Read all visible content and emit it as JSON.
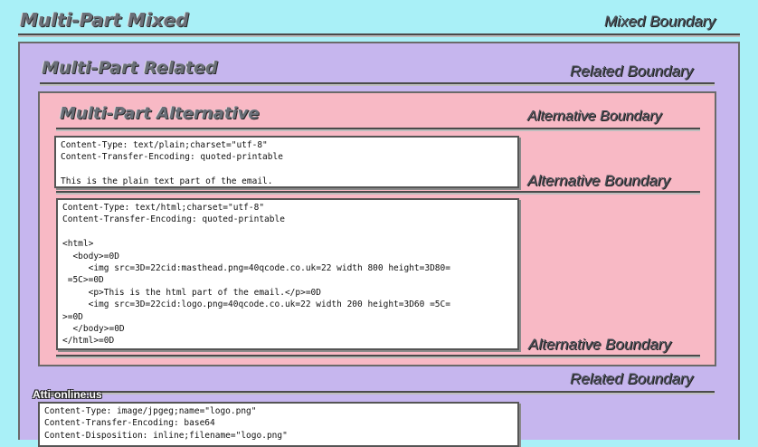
{
  "mixed": {
    "title": "Multi-Part Mixed",
    "boundary": "Mixed Boundary"
  },
  "related": {
    "title": "Multi-Part Related",
    "boundary_top": "Related Boundary",
    "boundary_bottom": "Related Boundary"
  },
  "alternative": {
    "title": "Multi-Part Alternative",
    "boundary_top": "Alternative Boundary",
    "boundary_mid": "Alternative Boundary",
    "boundary_end": "Alternative Boundary"
  },
  "watermark": "Atti-online.us",
  "plain_part": {
    "lines": [
      "Content-Type: text/plain;charset=\"utf-8\"",
      "Content-Transfer-Encoding: quoted-printable",
      "",
      "This is the plain text part of the email."
    ]
  },
  "html_part": {
    "lines": [
      "Content-Type: text/html;charset=\"utf-8\"",
      "Content-Transfer-Encoding: quoted-printable",
      "",
      "<html>",
      "  <body>=0D",
      "     <img src=3D=22cid:masthead.png=40qcode.co.uk=22 width 800 height=3D80=",
      " =5C>=0D",
      "     <p>This is the html part of the email.</p>=0D",
      "     <img src=3D=22cid:logo.png=40qcode.co.uk=22 width 200 height=3D60 =5C=",
      ">=0D",
      "  </body>=0D",
      "</html>=0D"
    ]
  },
  "image_part": {
    "lines": [
      "Content-Type: image/jpgeg;name=\"logo.png\"",
      "Content-Transfer-Encoding: base64",
      "Content-Disposition: inline;filename=\"logo.png\""
    ]
  },
  "colors": {
    "mixed_bg": "#a9f0f7",
    "related_bg": "#c6b6ee",
    "alternative_bg": "#f8b9c5",
    "box_bg": "#ffffff"
  }
}
